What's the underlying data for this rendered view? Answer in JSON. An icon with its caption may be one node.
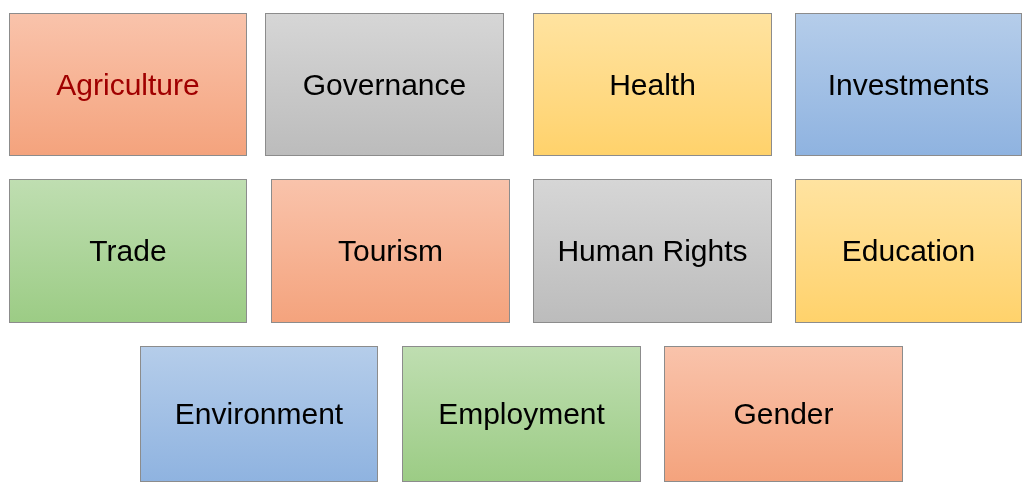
{
  "diagram": {
    "nodes": [
      {
        "text": [
          "Agriculture"
        ]
      },
      {
        "text": [
          "Governance"
        ]
      },
      {
        "text": [
          "Health"
        ]
      },
      {
        "text": [
          "Investments"
        ]
      },
      {
        "text": [
          "Trade"
        ]
      },
      {
        "text": [
          "Tourism"
        ]
      },
      {
        "text": [
          "Human Rights"
        ]
      },
      {
        "text": [
          "Education"
        ]
      },
      {
        "text": [
          "Environment"
        ]
      },
      {
        "text": [
          "Employment"
        ]
      },
      {
        "text": [
          "Gender"
        ]
      }
    ]
  }
}
